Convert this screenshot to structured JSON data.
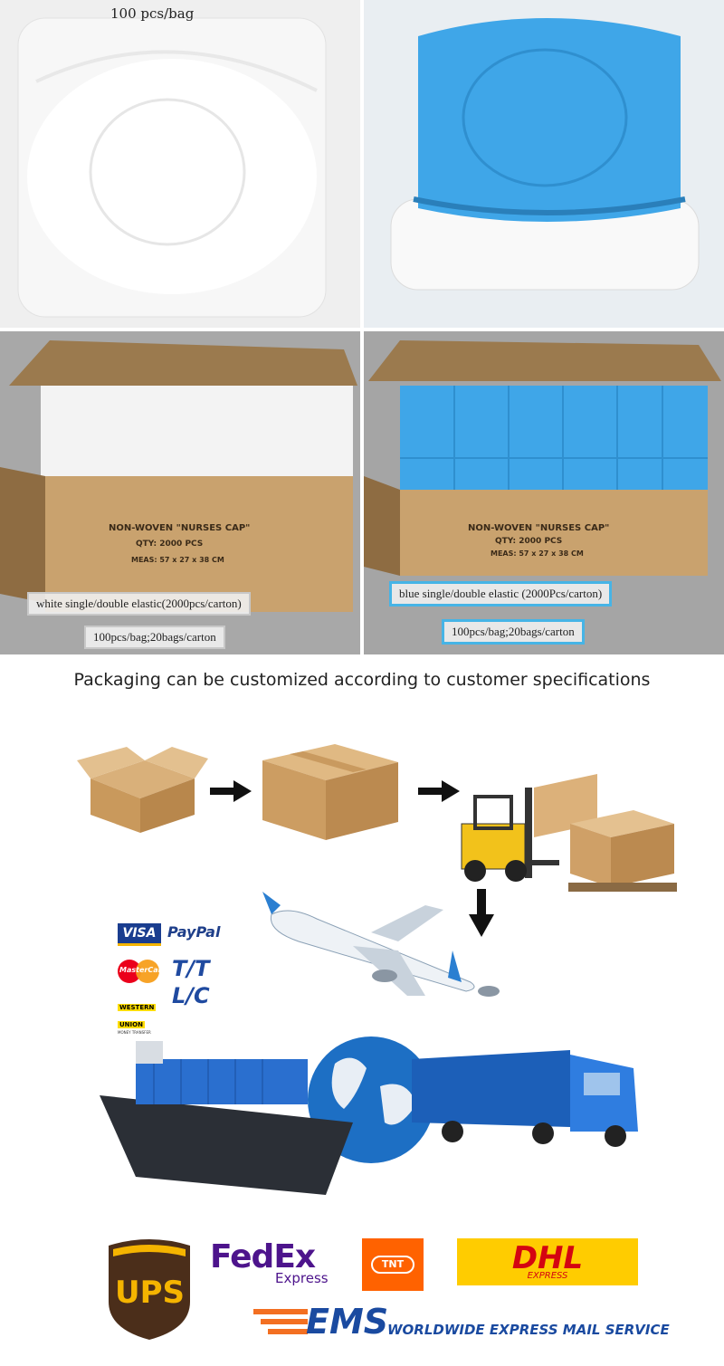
{
  "photos": {
    "bag_white_caption": "100 pcs/bag",
    "carton_white_print": {
      "line1": "NON-WOVEN \"NURSES CAP\"",
      "line2": "QTY:  2000  PCS",
      "line3": "MEAS: 57 x 27 x 38 CM"
    },
    "carton_blue_print": {
      "line1": "NON-WOVEN \"NURSES CAP\"",
      "line2": "QTY:  2000  PCS",
      "line3": "MEAS: 57 x 27 x 38 CM"
    },
    "white_label_1": "white single/double elastic(2000pcs/carton)",
    "white_label_2": "100pcs/bag;20bags/carton",
    "blue_label_1": "blue single/double elastic (2000Pcs/carton)",
    "blue_label_2": "100pcs/bag;20bags/carton"
  },
  "packaging_heading": "Packaging can be customized according to customer specifications",
  "payment": {
    "visa": "VISA",
    "paypal": "PayPal",
    "mastercard": "MasterCard",
    "tt": "T/T",
    "western_union_1": "WESTERN",
    "western_union_2": "UNION",
    "western_union_3": "MONEY TRANSFER",
    "lc": "L/C"
  },
  "carriers": {
    "ups": "UPS",
    "fedex_main": "FedEx",
    "fedex_sub": "Express",
    "tnt": "TNT",
    "dhl": "DHL",
    "dhl_sub": "EXPRESS",
    "ems": "EMS",
    "ems_sub": "WORLDWIDE EXPRESS MAIL SERVICE"
  },
  "colors": {
    "cap_blue": "#3fa6e8",
    "carton": "#c9a26e",
    "dhl_yellow": "#ffcc00",
    "dhl_red": "#d40511",
    "fedex_purple": "#4d148c",
    "fedex_orange": "#ff6600",
    "ems_orange": "#f36f21",
    "ems_blue": "#1a4aa0",
    "ups_brown": "#4b2e1a",
    "ups_gold": "#f5b400"
  }
}
